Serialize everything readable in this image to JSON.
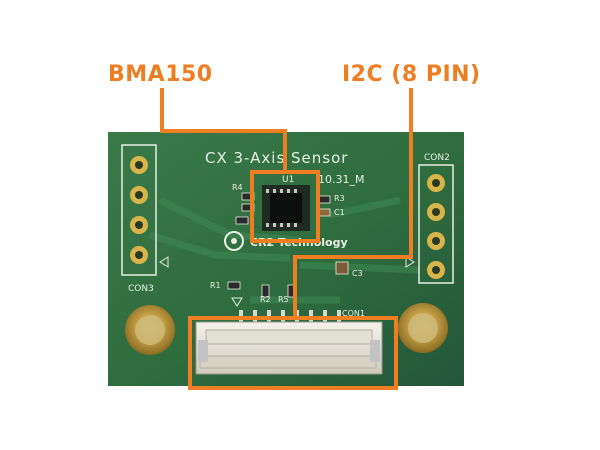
{
  "callouts": {
    "chip_label": "BMA150",
    "connector_label": "I2C (8 PIN)"
  },
  "board": {
    "title": "CX 3-Axis Sensor",
    "date_code": "10.31_M",
    "chip_ref": "U1",
    "company": "CR2 Technology",
    "connectors": [
      "CON1",
      "CON2",
      "CON3"
    ],
    "components": [
      "R4",
      "R3",
      "C1",
      "R1",
      "R2",
      "R5",
      "C3"
    ]
  },
  "colors": {
    "callout_orange": "#ef7d22",
    "board_green": "#2e6b3e",
    "silkscreen": "#e8efe3"
  }
}
